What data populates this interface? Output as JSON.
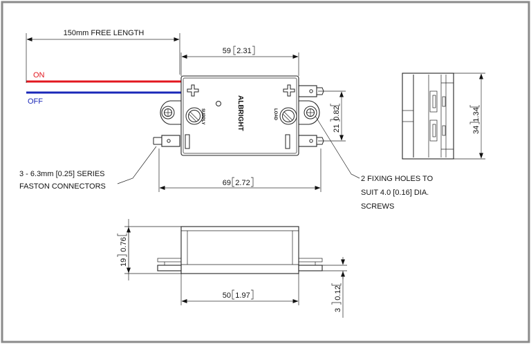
{
  "wires": {
    "on_label": "ON",
    "off_label": "OFF",
    "on_color": "#e2161e",
    "off_color": "#1a27b8",
    "free_length": "150mm FREE LENGTH"
  },
  "dimensions": {
    "top_width": "59",
    "top_width_in": "2.31",
    "overall_width": "69",
    "overall_width_in": "2.72",
    "hole_spacing": "21",
    "hole_spacing_in": "0.82",
    "side_height": "34",
    "side_height_in": "1.34",
    "front_height": "19",
    "front_height_in": "0.76",
    "base_width": "50",
    "base_width_in": "1.97",
    "flange_thickness": "3",
    "flange_thickness_in": "0.12"
  },
  "labels": {
    "brand": "ALBRIGHT",
    "supply": "SUPPLY",
    "load": "LOAD",
    "connectors_line1": "3 - 6.3mm [0.25] SERIES",
    "connectors_line2": "FASTON CONNECTORS",
    "holes_line1": "2 FIXING HOLES TO",
    "holes_line2": "SUIT 4.0 [0.16] DIA.",
    "holes_line3": "SCREWS"
  }
}
